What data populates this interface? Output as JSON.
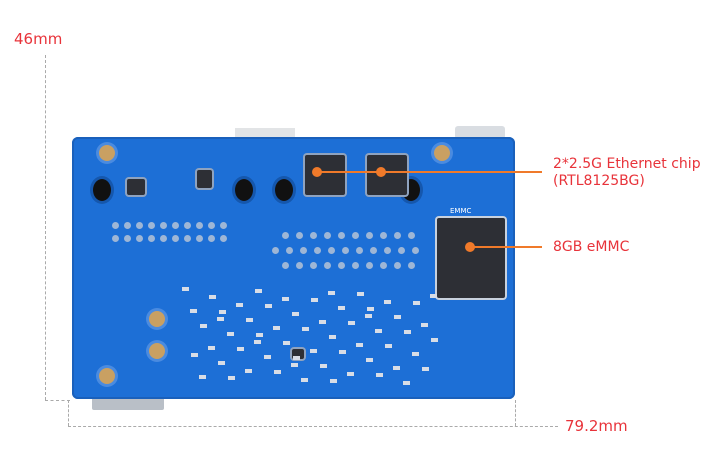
{
  "dimensions": {
    "height": "46mm",
    "width": "79.2mm"
  },
  "annotations": [
    {
      "label_line1": "2*2.5G Ethernet chip",
      "label_line2": "(RTL8125BG)"
    },
    {
      "label_line1": "8GB eMMC"
    }
  ],
  "silkscreen": {
    "emmc": "EMMC"
  },
  "colors": {
    "board": "#1d6fd6",
    "label": "#e8333a",
    "leader": "#f07a2a",
    "dimension_line": "#aaaaaa"
  }
}
